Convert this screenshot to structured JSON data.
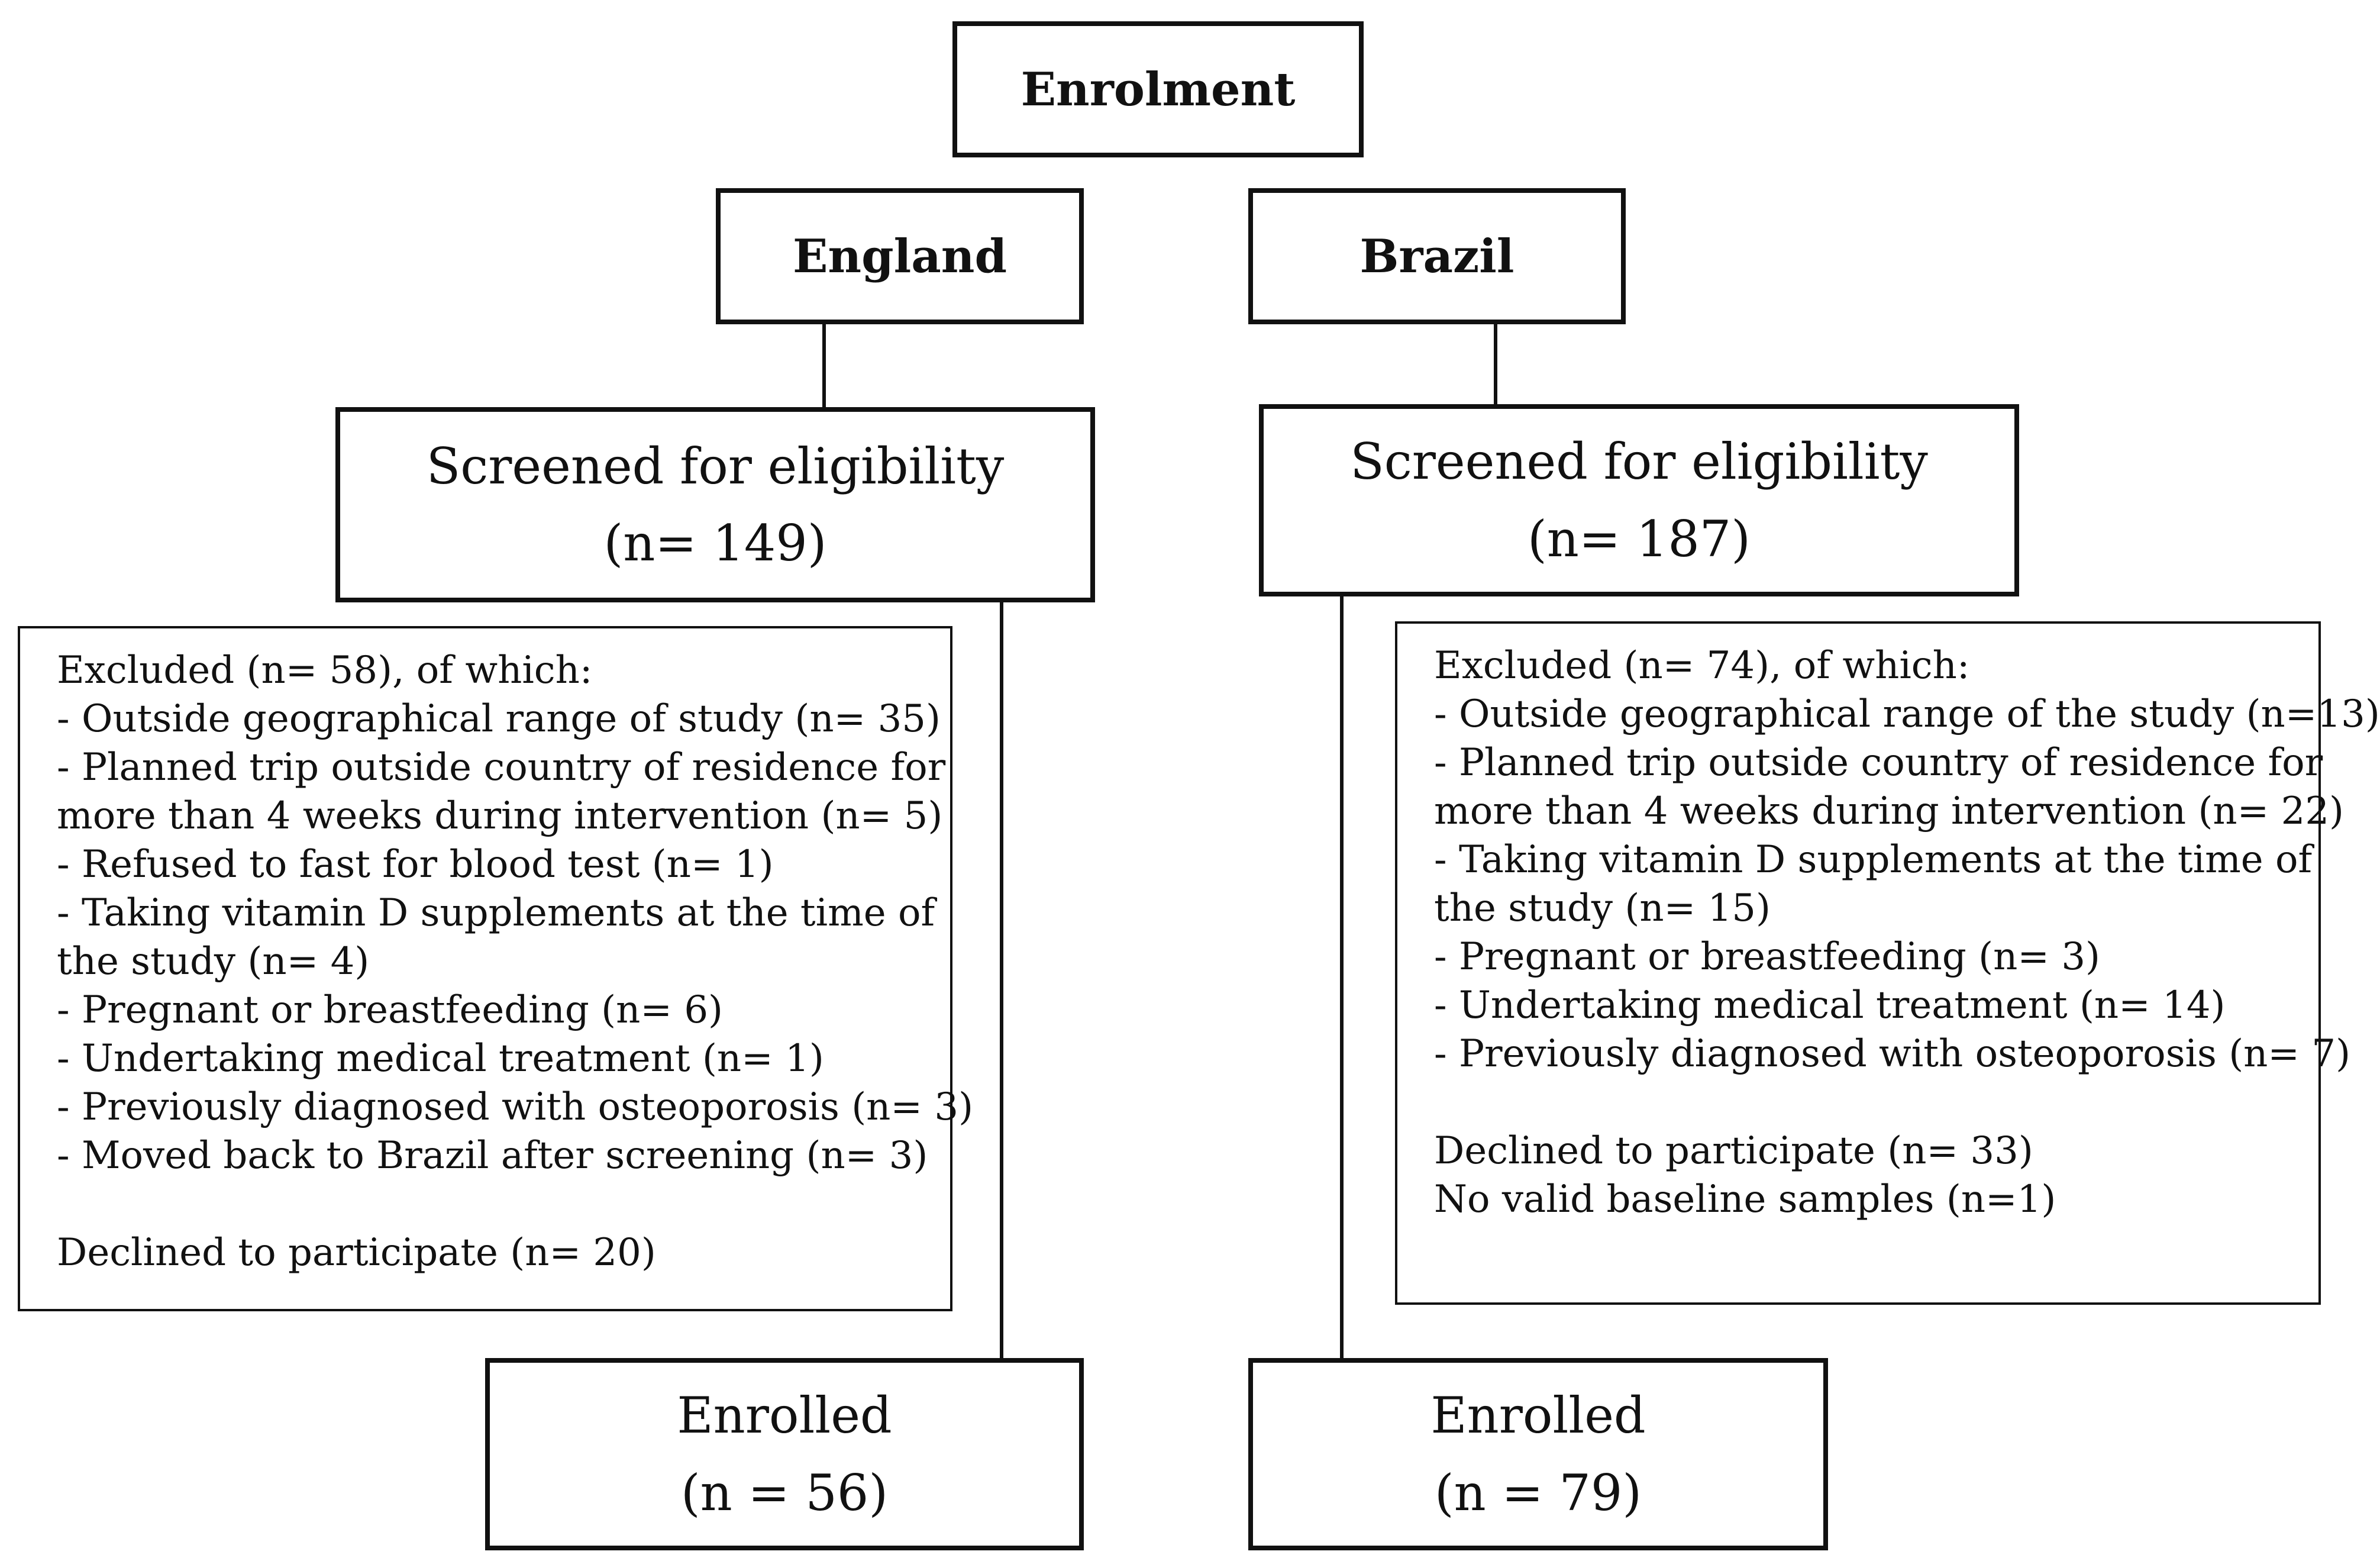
{
  "enrolment": {
    "label": "Enrolment"
  },
  "england": {
    "country": "England",
    "screened": {
      "label": "Screened for eligibility",
      "count": "(n= 149)"
    },
    "excluded": {
      "header": "Excluded (n= 58), of which:",
      "items": [
        "- Outside geographical range of study (n= 35)",
        "- Planned trip outside country of residence for",
        "more than 4 weeks during intervention (n= 5)",
        "- Refused to fast for blood test (n= 1)",
        "- Taking vitamin D supplements at the time of",
        "the study (n= 4)",
        "- Pregnant or breastfeeding (n= 6)",
        "- Undertaking medical treatment (n= 1)",
        "- Previously diagnosed with osteoporosis (n= 3)",
        "- Moved back to Brazil after screening (n= 3)"
      ],
      "declined": "Declined to participate (n= 20)"
    },
    "enrolled": {
      "label": "Enrolled",
      "count": "(n = 56)"
    }
  },
  "brazil": {
    "country": "Brazil",
    "screened": {
      "label": "Screened for eligibility",
      "count": "(n= 187)"
    },
    "excluded": {
      "header": "Excluded (n= 74), of which:",
      "items": [
        "- Outside geographical range of the study (n=13)",
        "- Planned trip outside country of residence for",
        "more than 4 weeks during intervention (n= 22)",
        "- Taking vitamin D supplements at the time of",
        "the study (n= 15)",
        "- Pregnant or breastfeeding (n= 3)",
        "- Undertaking medical treatment (n= 14)",
        "- Previously diagnosed with osteoporosis (n= 7)"
      ],
      "declined": "Declined to participate (n= 33)",
      "no_valid": "No valid baseline samples (n=1)"
    },
    "enrolled": {
      "label": "Enrolled",
      "count": "(n = 79)"
    }
  }
}
